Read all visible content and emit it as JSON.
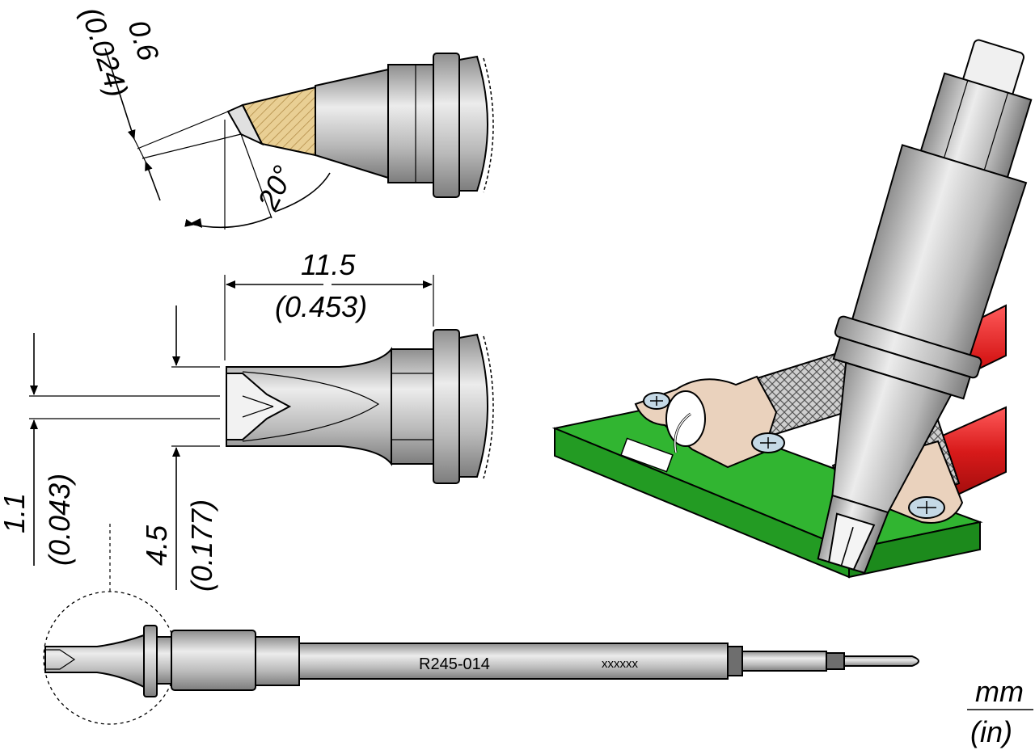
{
  "dimensions": {
    "tip_thickness": {
      "mm": "0.6",
      "in": "(0.024)"
    },
    "bevel_angle": "20°",
    "length": {
      "mm": "11.5",
      "in": "(0.453)"
    },
    "slot_width": {
      "mm": "1.1",
      "in": "(0.043)"
    },
    "tip_width": {
      "mm": "4.5",
      "in": "(0.177)"
    }
  },
  "cartridge": {
    "model": "R245-014",
    "serial": "xxxxxx"
  },
  "units": {
    "primary": "mm",
    "secondary": "(in)"
  },
  "colors": {
    "metal": "#c8c8c8",
    "metal_dark": "#9a9a9a",
    "pcb": "#2fb52f",
    "wire_red": "#e01e1e",
    "clamp": "#ead2bd",
    "hatch": "#e9cf94"
  }
}
